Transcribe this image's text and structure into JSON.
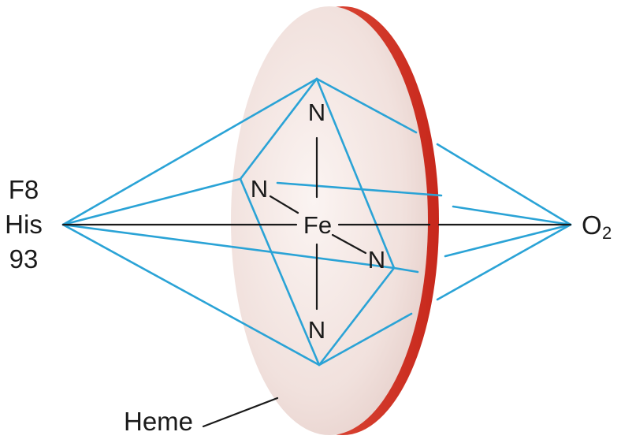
{
  "labels": {
    "left_line1": "F8",
    "left_line2": "His",
    "left_line3": "93",
    "ligand_main": "O",
    "ligand_sub": "2",
    "heme": "Heme"
  },
  "atoms": {
    "center": "Fe",
    "n_top": "N",
    "n_left": "N",
    "n_right": "N",
    "n_bottom": "N"
  },
  "colors": {
    "bond_blue": "#2aa3d6",
    "disk_face": "#f3e6e3",
    "disk_rim": "#d93a2b",
    "text": "#1a1a1a"
  }
}
